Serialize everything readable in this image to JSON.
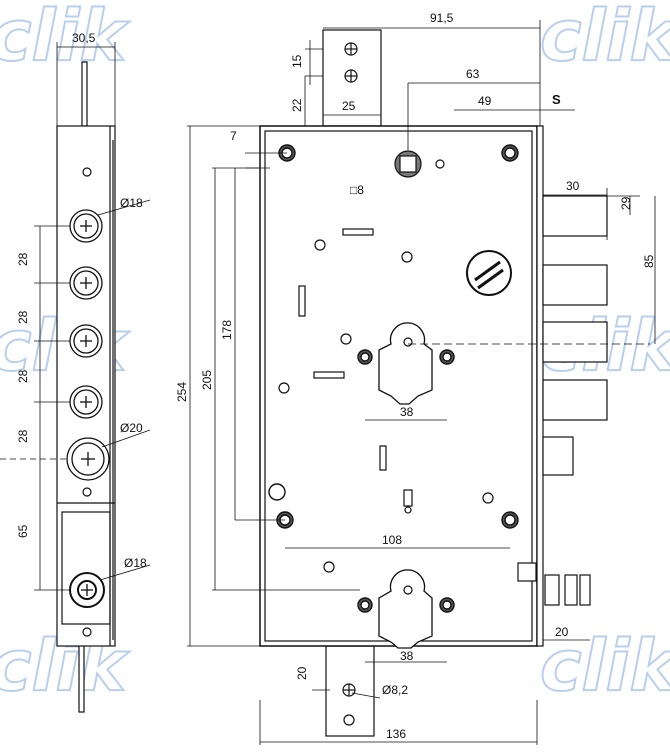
{
  "watermark": "clik",
  "side_view": {
    "width_label": "30,5",
    "bolt_diameter_label": "Ø18",
    "pitch_labels": [
      "28",
      "28",
      "28",
      "28"
    ],
    "large_bolt_diameter_label": "Ø20",
    "lower_pitch_label": "65",
    "cylinder_diameter_label": "Ø18"
  },
  "front_view": {
    "top_width_label": "91,5",
    "tab_hole_pitch_label": "15",
    "tab_height_label": "22",
    "tab_width_label": "25",
    "backset_label": "63",
    "spindle_offset_label": "49",
    "s_label": "S",
    "corner_offset_label": "7",
    "square_spindle_label": "□8",
    "bolt_projection_label": "30",
    "bolt_offset_label": "29",
    "bolt_pitch_label": "85",
    "height_label": "254",
    "height_inner_label": "205",
    "height_178_label": "178",
    "cylinder_width_label": "38",
    "hole_spacing_label": "108",
    "lower_cylinder_width_label": "38",
    "latch_label": "20",
    "bottom_tab_label": "20",
    "hole_diameter_label": "Ø8,2",
    "total_width_label": "136"
  }
}
